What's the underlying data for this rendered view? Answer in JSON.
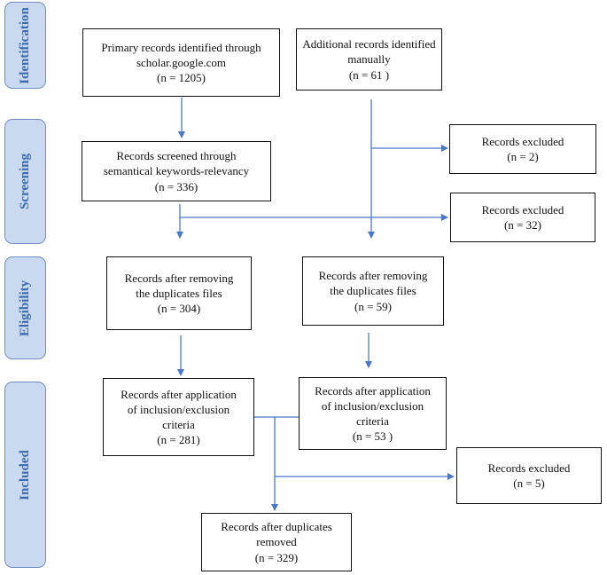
{
  "phases": {
    "identification": "Identification",
    "screening": "Screening",
    "eligibility": "Eligibility",
    "included": "Included"
  },
  "boxes": {
    "primary": {
      "l1": "Primary records identified through",
      "l2": "scholar.google.com",
      "l3": "(n = 1205)"
    },
    "additional": {
      "l1": "Additional records identified",
      "l2": "manually",
      "l3": "(n = 61 )"
    },
    "screened": {
      "l1": "Records screened through",
      "l2": "semantical keywords-relevancy",
      "l3": "(n = 336)"
    },
    "excluded1": {
      "l1": "Records excluded",
      "l2": "(n = 2)"
    },
    "excluded2": {
      "l1": "Records excluded",
      "l2": "(n = 32)"
    },
    "dedup_left": {
      "l1": "Records after removing",
      "l2": "the duplicates files",
      "l3": "(n = 304)"
    },
    "dedup_right": {
      "l1": "Records after removing",
      "l2": "the duplicates files",
      "l3": "(n = 59)"
    },
    "incl_left": {
      "l1": "Records after application",
      "l2": "of inclusion/exclusion",
      "l3": "criteria",
      "l4": "(n = 281)"
    },
    "incl_right": {
      "l1": "Records after application",
      "l2": "of inclusion/exclusion",
      "l3": "criteria",
      "l4": "(n = 53 )"
    },
    "excluded3": {
      "l1": "Records excluded",
      "l2": "(n = 5)"
    },
    "final": {
      "l1": "Records after duplicates",
      "l2": "removed",
      "l3": "(n = 329)"
    }
  },
  "colors": {
    "phase_fill": "#c9d9f0",
    "phase_text": "#3a6bb0",
    "arrow": "#4a78c8"
  }
}
